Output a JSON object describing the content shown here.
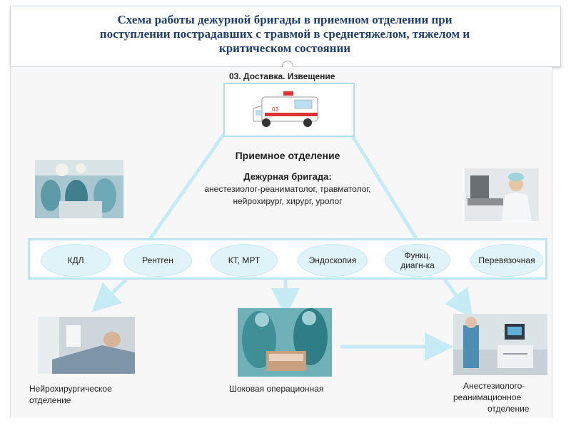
{
  "title": {
    "line1": "Схема работы дежурной бригады в приемном отделении при",
    "line2": "поступлении пострадавших с травмой в среднетяжелом, тяжелом и",
    "line3": "критическом состоянии"
  },
  "top": {
    "label": "03. Доставка. Извещение",
    "vehicle_mark": "03"
  },
  "center": {
    "heading": "Приемное отделение",
    "team_title": "Дежурная бригада:",
    "team_line1": "анестезиолог-реаниматолог, травматолог,",
    "team_line2": "нейрохирург, хирург, уролог"
  },
  "services": [
    {
      "label": "КДЛ"
    },
    {
      "label": "Рентген"
    },
    {
      "label": "КТ, МРТ"
    },
    {
      "label": "Эндоскопия"
    },
    {
      "label": "Функц. диагн-ка"
    },
    {
      "label": "Перевязочная"
    }
  ],
  "departments": {
    "left_line1": "Нейрохирургическое",
    "left_line2": "отделение",
    "center": "Шоковая операционная",
    "right_line1": "Анестезиолого-",
    "right_line2": "реанимационное",
    "right_line3": "отделение"
  },
  "colors": {
    "title": "#1f3f6e",
    "arrow": "#c5ecf5",
    "oval_fill": "#dff3f8",
    "box_border": "#b9e6f0"
  }
}
